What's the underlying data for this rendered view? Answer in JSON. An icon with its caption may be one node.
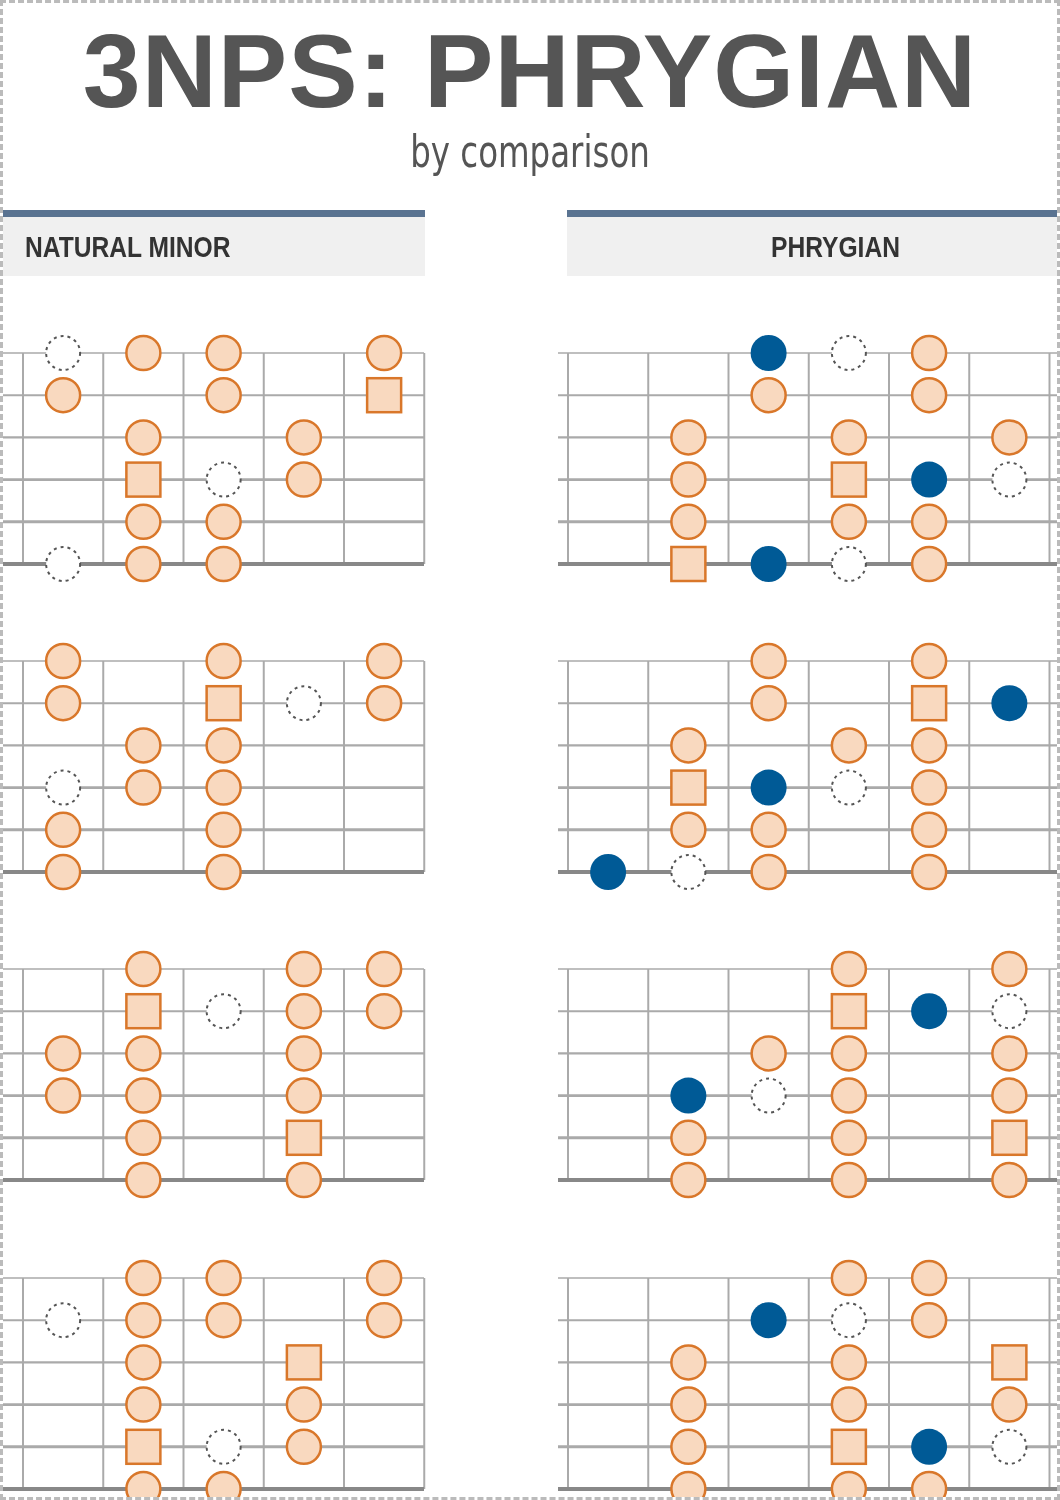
{
  "diagram": {
    "title": "3NPS: PHRYGIAN",
    "nodes": [
      {
        "text": [
          "NATURAL MINOR"
        ]
      },
      {
        "text": [
          "PHRYGIAN"
        ]
      }
    ],
    "labels": [
      "by comparison"
    ]
  }
}
